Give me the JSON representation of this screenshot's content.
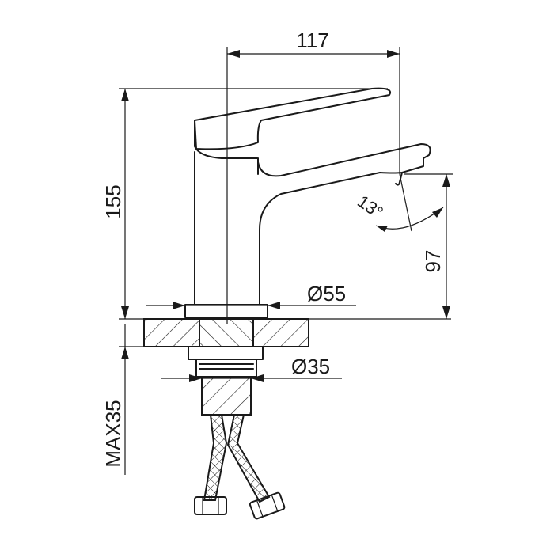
{
  "dimensions": {
    "width_117": "117",
    "height_155": "155",
    "height_97": "97",
    "diameter_55": "Ø55",
    "diameter_35": "Ø35",
    "max_35": "MAX35",
    "angle_13": "13°"
  },
  "colors": {
    "line": "#1a1a1a",
    "background": "#ffffff"
  }
}
